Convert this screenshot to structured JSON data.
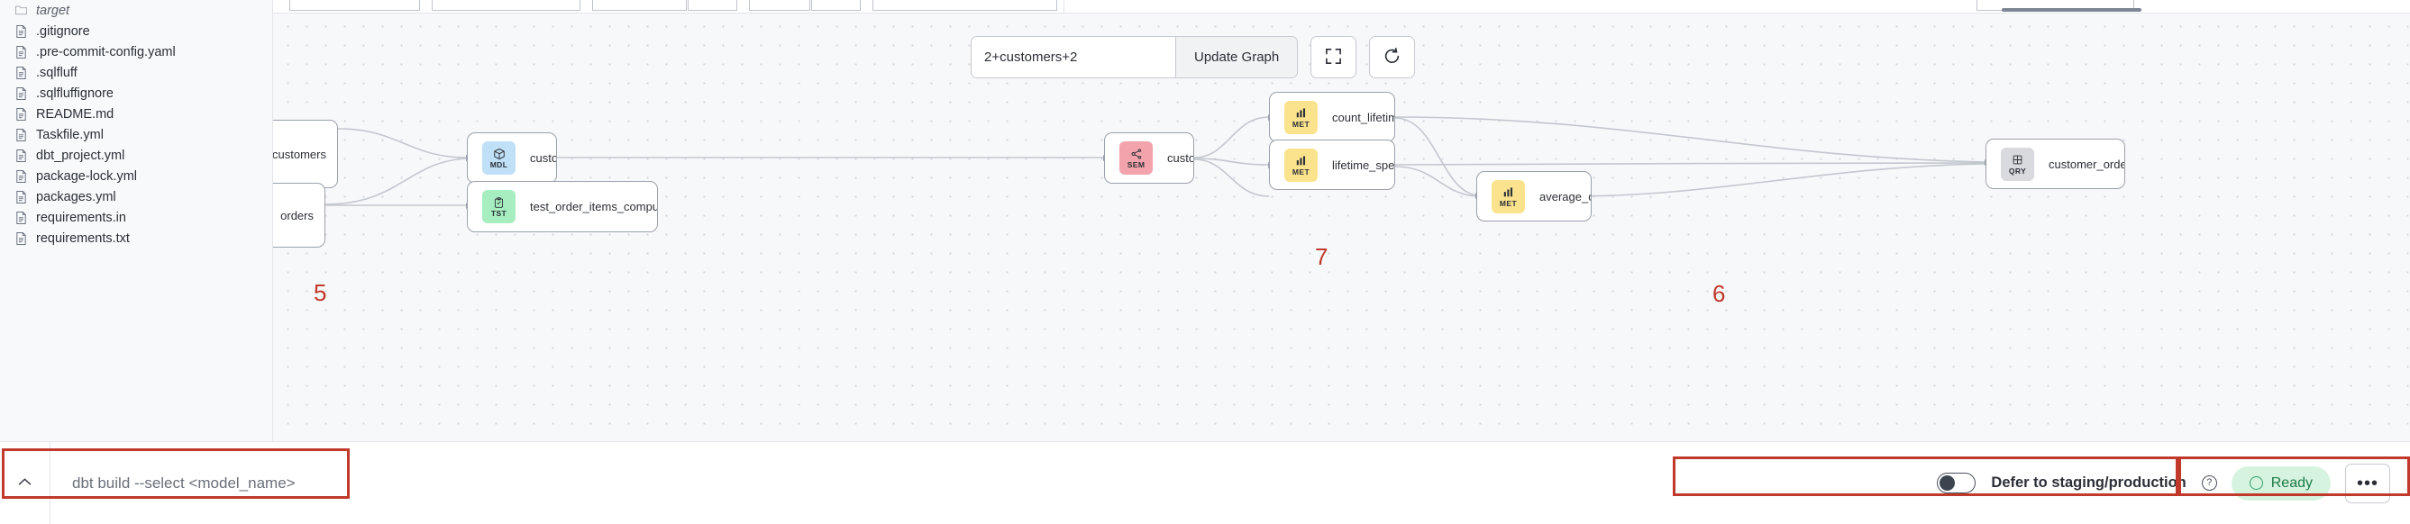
{
  "sidebar": {
    "files": [
      {
        "name": "target",
        "icon": "folder-icon",
        "type": "folder"
      },
      {
        "name": ".gitignore",
        "icon": "file-icon",
        "type": "file"
      },
      {
        "name": ".pre-commit-config.yaml",
        "icon": "file-icon",
        "type": "file"
      },
      {
        "name": ".sqlfluff",
        "icon": "file-icon",
        "type": "file"
      },
      {
        "name": ".sqlfluffignore",
        "icon": "file-icon",
        "type": "file"
      },
      {
        "name": "README.md",
        "icon": "file-icon",
        "type": "file"
      },
      {
        "name": "Taskfile.yml",
        "icon": "file-icon",
        "type": "file"
      },
      {
        "name": "dbt_project.yml",
        "icon": "file-icon",
        "type": "file"
      },
      {
        "name": "package-lock.yml",
        "icon": "file-icon",
        "type": "file"
      },
      {
        "name": "packages.yml",
        "icon": "file-icon",
        "type": "file"
      },
      {
        "name": "requirements.in",
        "icon": "file-icon",
        "type": "file"
      },
      {
        "name": "requirements.txt",
        "icon": "file-icon",
        "type": "file"
      }
    ]
  },
  "graph_toolbar": {
    "expression_value": "2+customers+2",
    "expression_placeholder": "2+customers+2",
    "update_label": "Update Graph",
    "fullscreen_icon": "fullscreen-icon",
    "refresh_icon": "refresh-icon"
  },
  "graph": {
    "nodes": [
      {
        "id": "stg_customers",
        "label": "stg_customers",
        "type": "",
        "badge_text": "",
        "clipped": true
      },
      {
        "id": "orders",
        "label": "orders",
        "type": "",
        "badge_text": "",
        "clipped": true
      },
      {
        "id": "customers_mdl",
        "label": "customers",
        "type": "mdl",
        "badge_text": "MDL",
        "badge_color": "#bfe0f7",
        "icon": "cube-icon"
      },
      {
        "id": "test_order_items",
        "label": "test_order_items_compute_to_bools…",
        "type": "tst",
        "badge_text": "TST",
        "badge_color": "#a6edbf",
        "icon": "clipboard-icon"
      },
      {
        "id": "customers_sem",
        "label": "customers",
        "type": "sem",
        "badge_text": "SEM",
        "badge_color": "#f3a3ab",
        "icon": "graph-nodes-icon"
      },
      {
        "id": "count_lifetime_orders",
        "label": "count_lifetime_orders",
        "type": "met",
        "badge_text": "MET",
        "badge_color": "#fbe38e",
        "icon": "bar-chart-icon"
      },
      {
        "id": "lifetime_spend_pretax",
        "label": "lifetime_spend_pretax",
        "type": "met",
        "badge_text": "MET",
        "badge_color": "#fbe38e",
        "icon": "bar-chart-icon"
      },
      {
        "id": "average_order_value",
        "label": "average_order_value",
        "type": "met",
        "badge_text": "MET",
        "badge_color": "#fbe38e",
        "icon": "bar-chart-icon"
      },
      {
        "id": "customer_order_metrics",
        "label": "customer_order_metrics",
        "type": "qry",
        "badge_text": "QRY",
        "badge_color": "#d8dade",
        "icon": "table-icon"
      }
    ]
  },
  "bottombar": {
    "collapse_icon": "chevron-up-icon",
    "command_placeholder": "dbt build --select <model_name>",
    "command_value": "",
    "defer_label": "Defer to staging/production",
    "defer_toggle_state": "off",
    "help_icon": "question-circle-icon",
    "status_label": "Ready",
    "status_color": "#1e7a46",
    "status_bg": "#d5f3df",
    "more_label": "•••"
  },
  "annotations": {
    "accent_color": "#c0392b",
    "markers": [
      {
        "number": "5",
        "target": "command-bar"
      },
      {
        "number": "6",
        "target": "defer-toggle-group"
      },
      {
        "number": "7",
        "target": "status-group"
      }
    ]
  }
}
